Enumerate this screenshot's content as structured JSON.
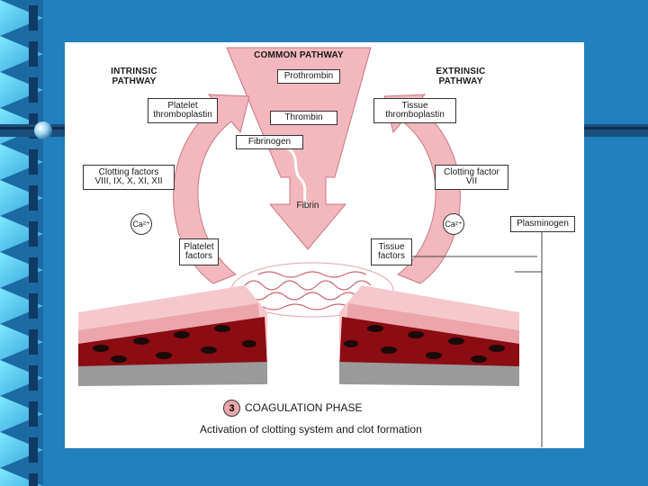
{
  "diagram": {
    "header_common": "COMMON PATHWAY",
    "header_intrinsic": "INTRINSIC\nPATHWAY",
    "header_extrinsic": "EXTRINSIC\nPATHWAY",
    "box_prothrombin": "Prothrombin",
    "box_thrombin": "Thrombin",
    "box_fibrinogen": "Fibrinogen",
    "label_fibrin": "Fibrin",
    "box_platelet_thromboplastin": "Platelet\nthromboplastin",
    "box_tissue_thromboplastin": "Tissue\nthromboplastin",
    "box_clotting_factors_intrinsic": "Clotting factors\nVIII, IX, X, XI, XII",
    "box_clotting_factor_extrinsic": "Clotting factor\nVII",
    "ca_left": "Ca²⁺",
    "ca_right": "Ca²⁺",
    "box_platelet_factors": "Platelet\nfactors",
    "box_tissue_factors": "Tissue\nfactors",
    "box_plasminogen": "Plasminogen",
    "caption_number": "3",
    "caption_title": "COAGULATION PHASE",
    "caption_subtitle": "Activation of clotting system and clot formation"
  },
  "colors": {
    "slide_background": "#2280bd",
    "arrow_pink": "#f2b8bd",
    "tissue_dark_red": "#8b0c12",
    "tissue_gray": "#9a9a9a"
  }
}
